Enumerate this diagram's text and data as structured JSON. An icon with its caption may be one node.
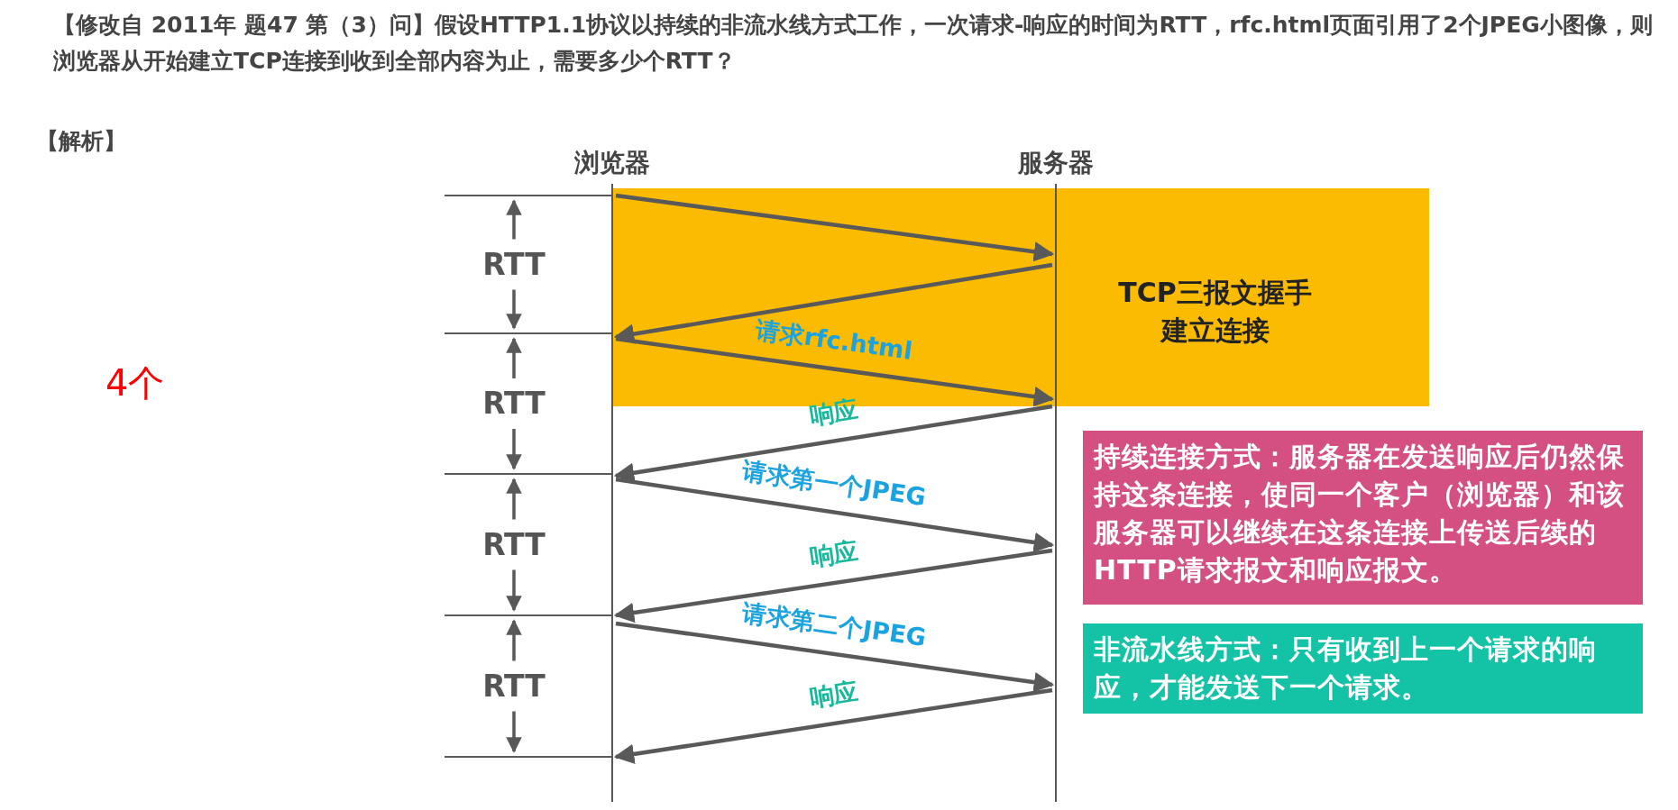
{
  "diagram": {
    "title": "【修改自 2011年 题47 第（3）问】假设HTTP1.1协议以持续的非流水线方式工作，一次请求-响应的时间为RTT，rfc.html页面引用了2个JPEG小图像，则浏览器从开始建立TCP连接到收到全部内容为止，需要多少个RTT？",
    "nodes": [
      {
        "text": [
          "浏览器"
        ]
      },
      {
        "text": [
          "服务器"
        ]
      },
      {
        "text": [
          "TCP三报文握手建立连接"
        ]
      },
      {
        "text": [
          "持续连接方式：服务器在发送响应后仍然保持这条连接，使同一个客户（浏览器）和该服务器可以继续在这条连接上传送后续的HTTP请求报文和响应报文。"
        ]
      },
      {
        "text": [
          "非流水线方式：只有收到上一个请求的响应，才能发送下一个请求。"
        ]
      }
    ],
    "edges": [
      {
        "from": 0,
        "to": 1,
        "arrow": "to"
      },
      {
        "from": 1,
        "to": 0,
        "arrow": "to"
      },
      {
        "from": 0,
        "to": 1,
        "arrow": "to",
        "label": "请求rfc.html"
      },
      {
        "from": 1,
        "to": 0,
        "arrow": "to",
        "label": "响应"
      },
      {
        "from": 0,
        "to": 1,
        "arrow": "to",
        "label": "请求第一个JPEG"
      },
      {
        "from": 1,
        "to": 0,
        "arrow": "to",
        "label": "响应"
      },
      {
        "from": 0,
        "to": 1,
        "arrow": "to",
        "label": "请求第二个JPEG"
      },
      {
        "from": 1,
        "to": 0,
        "arrow": "to",
        "label": "响应"
      }
    ],
    "labels": [
      "【解析】",
      "4个",
      "RTT",
      "RTT",
      "RTT",
      "RTT"
    ]
  }
}
